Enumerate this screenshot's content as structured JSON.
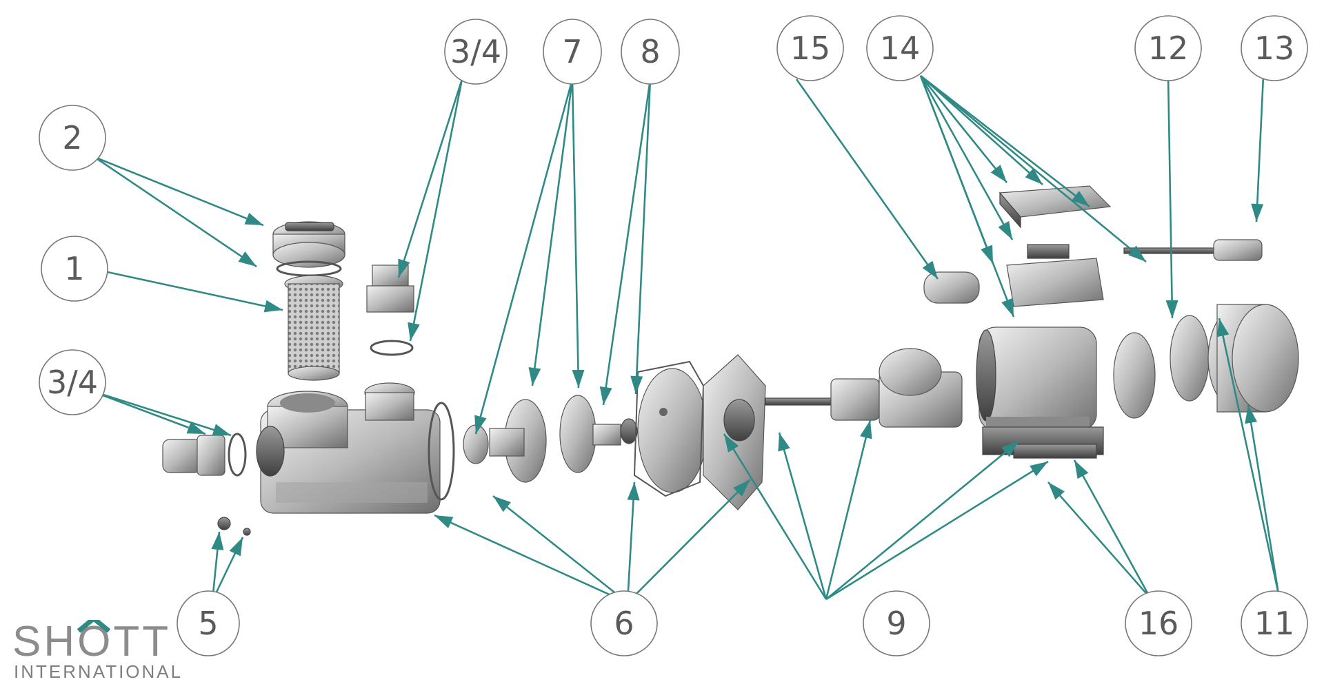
{
  "callouts": [
    {
      "label": "3/4"
    },
    {
      "label": "7"
    },
    {
      "label": "8"
    },
    {
      "label": "15"
    },
    {
      "label": "14"
    },
    {
      "label": "12"
    },
    {
      "label": "13"
    },
    {
      "label": "2"
    },
    {
      "label": "1"
    },
    {
      "label": "3/4"
    },
    {
      "label": "5"
    },
    {
      "label": "6"
    },
    {
      "label": "9"
    },
    {
      "label": "16"
    },
    {
      "label": "11"
    }
  ],
  "logo": {
    "main": "SHOTT",
    "sub": "INTERNATIONAL",
    "accent_color": "#2f8a86",
    "text_color": "#8c8c8c"
  },
  "colors": {
    "leader": "#2f8a86",
    "callout_border": "#777777",
    "callout_text": "#5a5a5a"
  }
}
